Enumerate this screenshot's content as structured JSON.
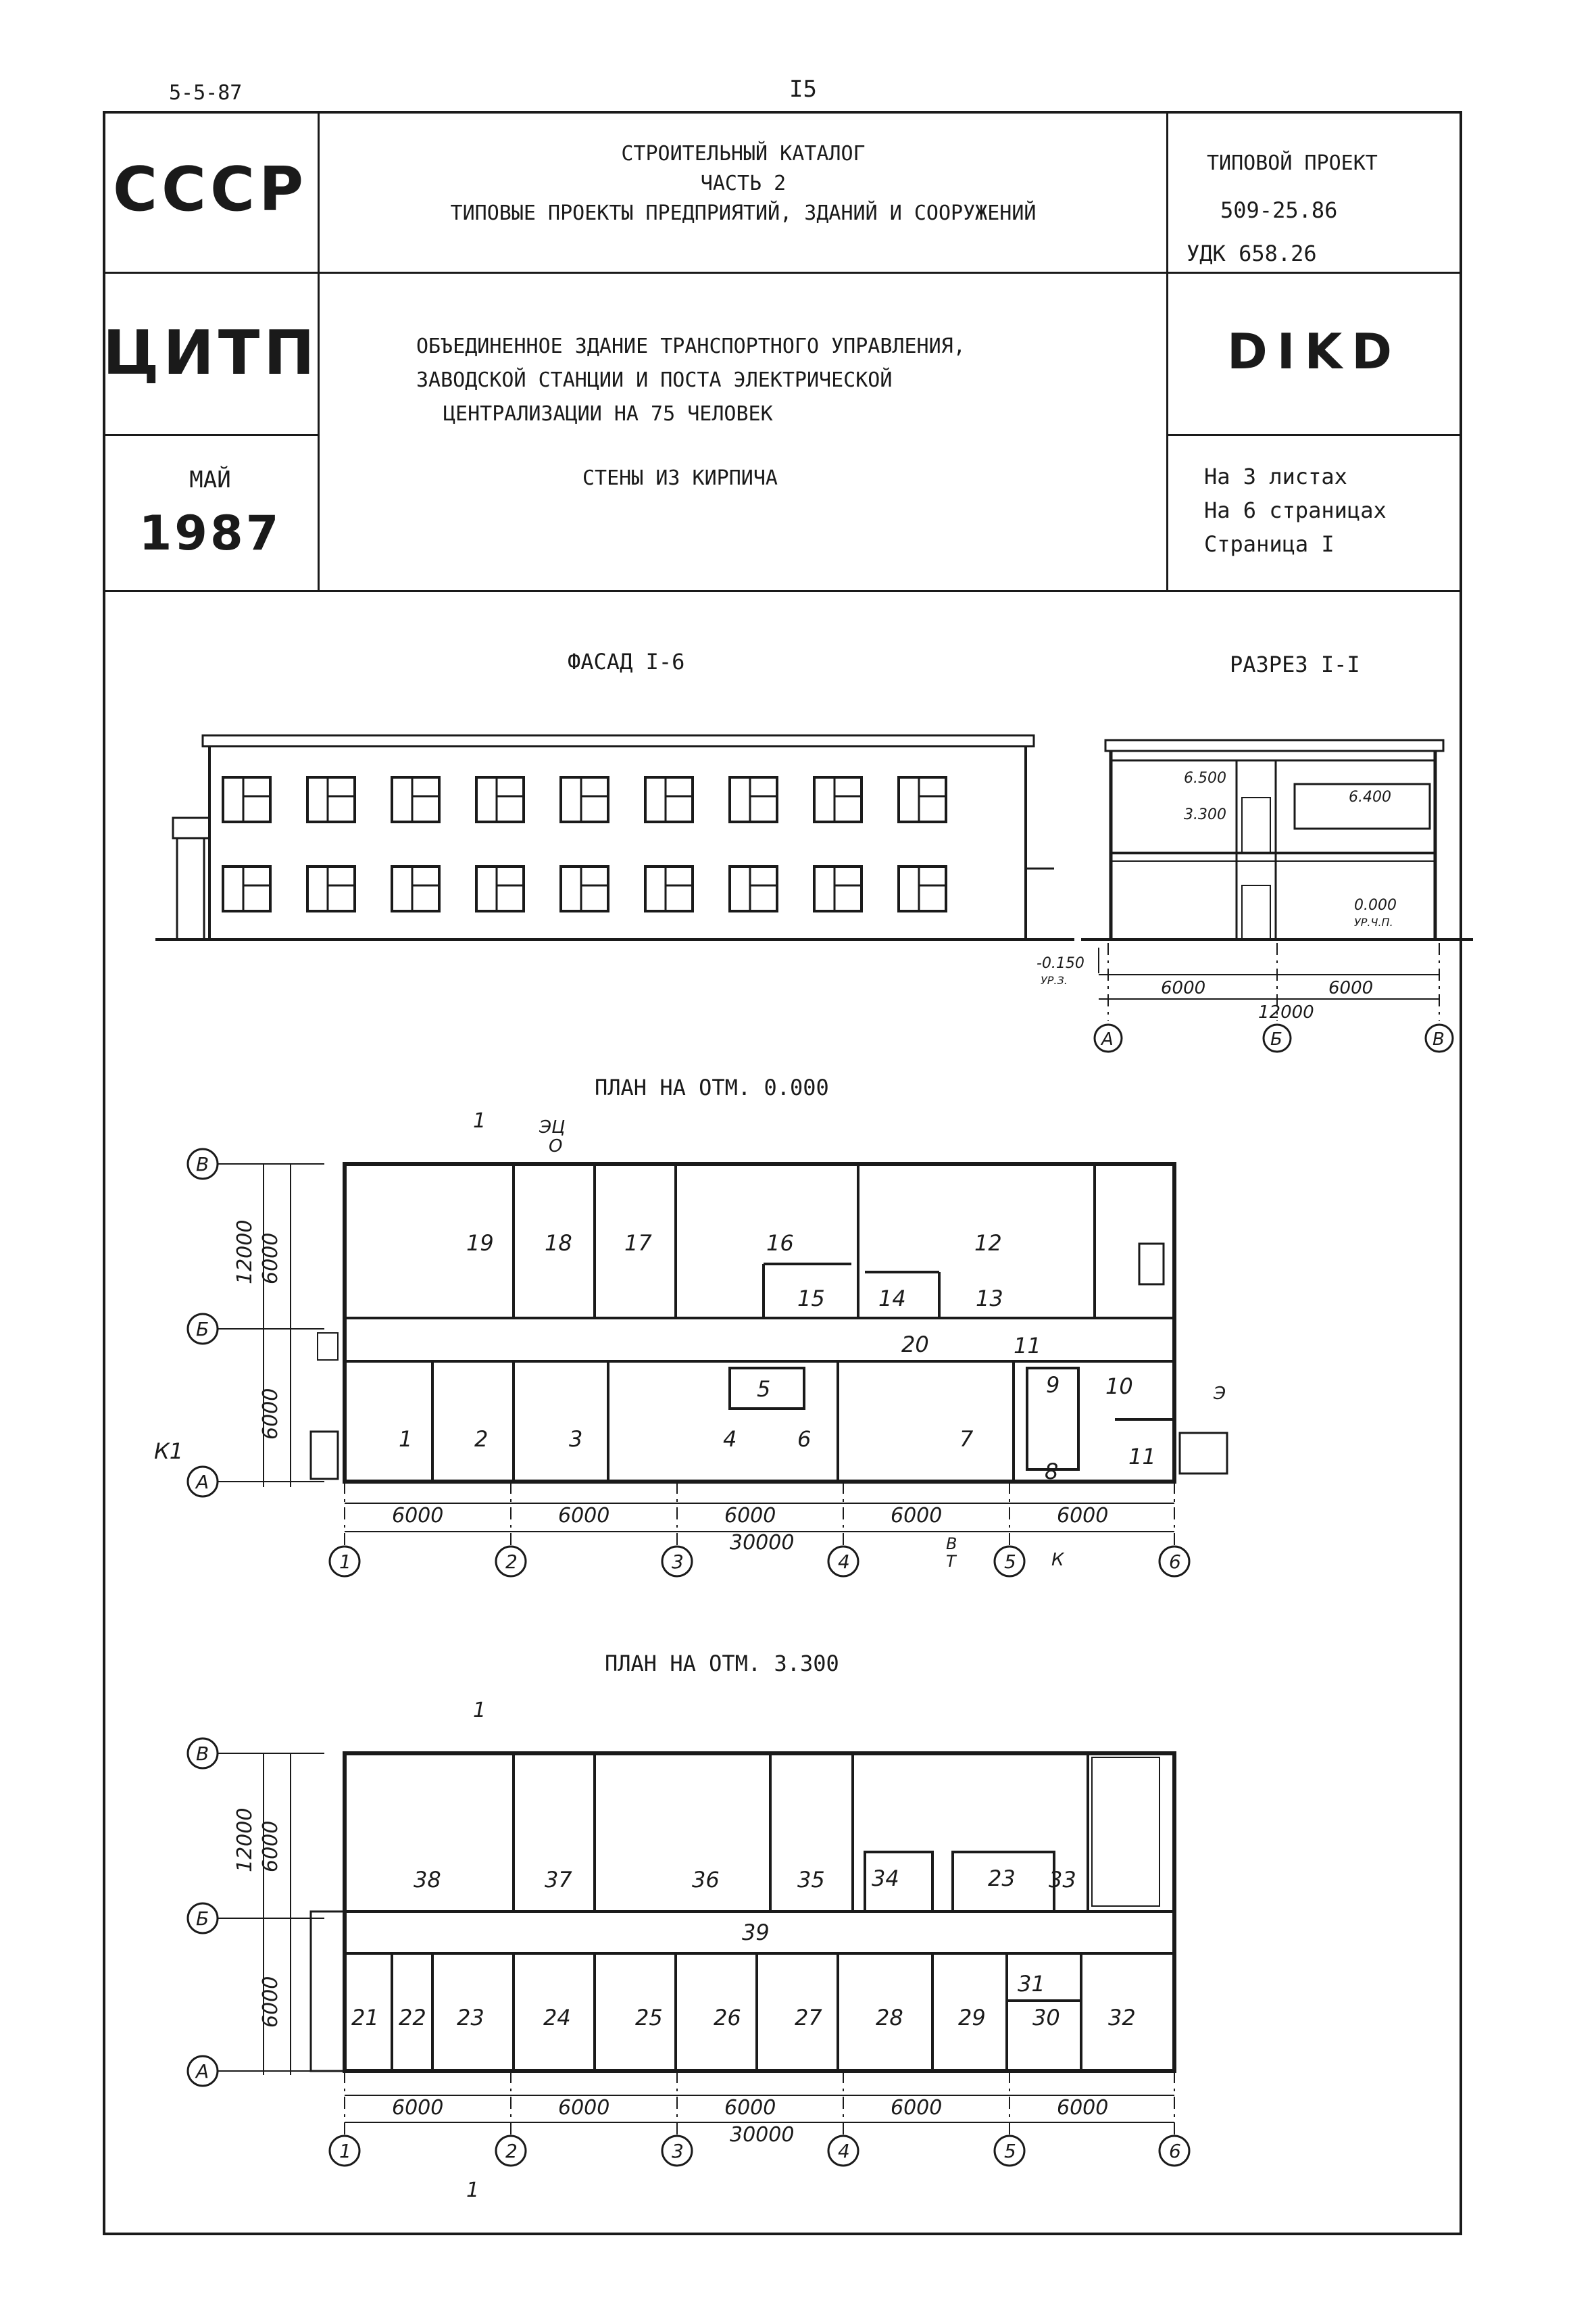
{
  "page": {
    "corner_code": "5-5-87",
    "page_number": "I5"
  },
  "header": {
    "country": "СССР",
    "org": "ЦИТП",
    "month": "МАЙ",
    "year": "1987",
    "catalog_line1": "СТРОИТЕЛЬНЫЙ КАТАЛОГ",
    "catalog_line2": "ЧАСТЬ 2",
    "catalog_line3": "ТИПОВЫЕ ПРОЕКТЫ ПРЕДПРИЯТИЙ, ЗДАНИЙ И СООРУЖЕНИЙ",
    "project_label": "ТИПОВОЙ ПРОЕКТ",
    "project_number": "509-25.86",
    "udk": "УДК 658.26",
    "building_line1": "ОБЪЕДИНЕННОЕ ЗДАНИЕ ТРАНСПОРТНОГО УПРАВЛЕНИЯ,",
    "building_line2": "ЗАВОДСКОЙ СТАНЦИИ И ПОСТА ЭЛЕКТРИЧЕСКОЙ",
    "building_line3": "ЦЕНТРАЛИЗАЦИИ НА 75 ЧЕЛОВЕК",
    "code": "DIKD",
    "walls": "СТЕНЫ ИЗ КИРПИЧА",
    "sheets": "На 3 листах",
    "pages": "На 6 страницах",
    "current_page": "Страница I"
  },
  "drawings": {
    "facade_title": "ФАСАД I-6",
    "section_title": "РАЗРЕЗ I-I",
    "plan1_title": "ПЛАН НА ОТМ. 0.000",
    "plan2_title": "ПЛАН НА ОТМ. 3.300"
  },
  "section": {
    "mark_roof": "6.500",
    "mark_floor2": "3.300",
    "mark_right": "6.400",
    "mark_zero": "0.000",
    "mark_zero_note": "УР.Ч.П.",
    "mark_ground": "-0.150",
    "mark_ground_note": "УР.З.",
    "dims": [
      "6000",
      "6000",
      "12000"
    ],
    "axes": [
      "А",
      "Б",
      "В"
    ]
  },
  "plan1": {
    "rows": [
      "В",
      "Б",
      "А"
    ],
    "cols": [
      "1",
      "2",
      "3",
      "4",
      "5",
      "6"
    ],
    "dim_x": [
      "6000",
      "6000",
      "6000",
      "6000",
      "6000"
    ],
    "dim_total": "30000",
    "dim_y": [
      "6000",
      "6000"
    ],
    "dim_y_total": "12000",
    "rooms_top": [
      "19",
      "18",
      "17",
      "16",
      "15",
      "14",
      "13",
      "12"
    ],
    "rooms_bottom": [
      "1",
      "2",
      "3",
      "4",
      "5",
      "6",
      "7",
      "8",
      "9",
      "10",
      "11",
      "11"
    ],
    "corridor": "20",
    "section_mark": "1",
    "entry_marks": [
      "ЭЦ",
      "О",
      "К1",
      "В",
      "Т",
      "К",
      "Э"
    ]
  },
  "plan2": {
    "rows": [
      "В",
      "Б",
      "А"
    ],
    "cols": [
      "1",
      "2",
      "3",
      "4",
      "5",
      "6"
    ],
    "dim_x": [
      "6000",
      "6000",
      "6000",
      "6000",
      "6000"
    ],
    "dim_total": "30000",
    "dim_y": [
      "6000",
      "6000"
    ],
    "dim_y_total": "12000",
    "rooms_top": [
      "38",
      "37",
      "36",
      "35",
      "34",
      "23",
      "33"
    ],
    "rooms_bottom": [
      "21",
      "22",
      "23",
      "24",
      "25",
      "26",
      "27",
      "28",
      "29",
      "30",
      "31",
      "32"
    ],
    "corridor": "39",
    "section_mark": "1"
  }
}
